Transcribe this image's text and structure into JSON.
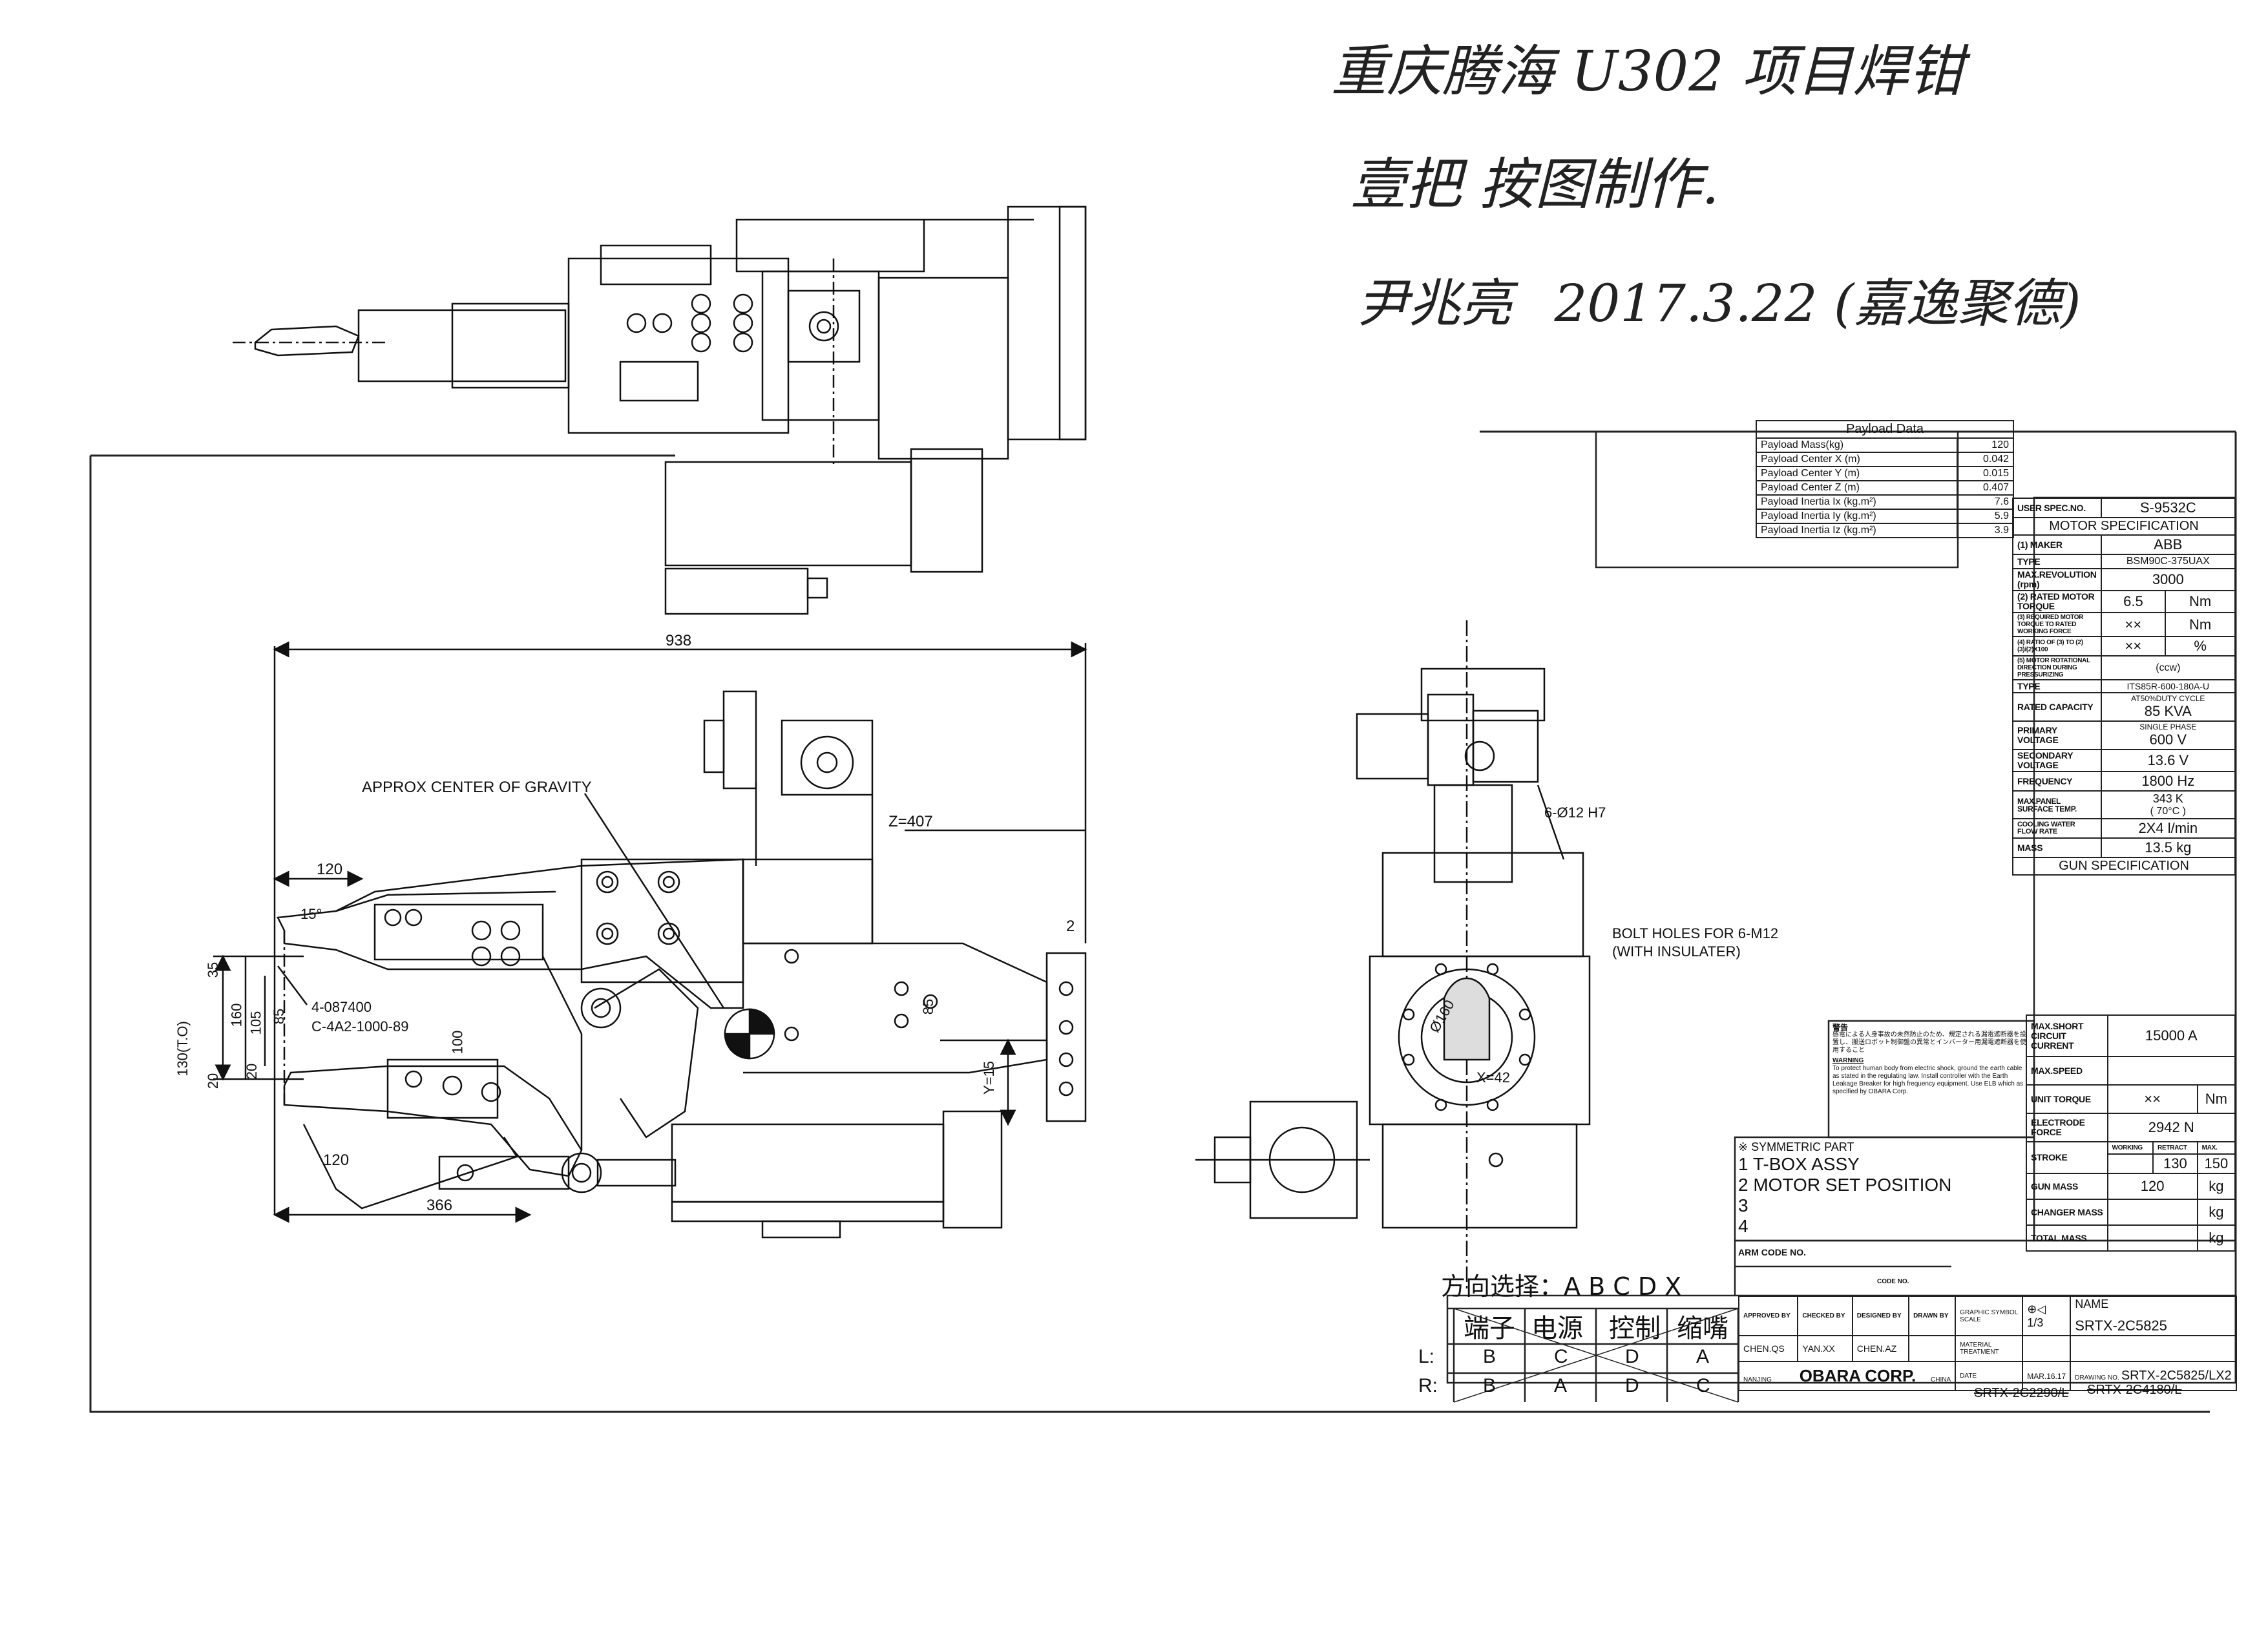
{
  "handwritten": {
    "line1": "重庆腾海 U302 项目焊钳",
    "line2": "壹把  按图制作.",
    "line3_name": "尹兆亮",
    "line3_date": "2017.3.22",
    "line3_note": "(嘉逸聚德)"
  },
  "dimensions": {
    "overall_width": "938",
    "d120_top": "120",
    "d120_bottom": "120",
    "d366": "366",
    "angle": "15°",
    "d35": "35",
    "d160": "160",
    "d105": "105",
    "d85_left": "85",
    "d130": "130(T.O)",
    "d20_a": "20",
    "d20_b": "20",
    "d100": "100",
    "d85_mid": "85",
    "y15": "Y=15",
    "z407": "Z=407",
    "d2": "2",
    "x42": "X=42",
    "d160_circle": "Ø160",
    "holes": "6-Ø12 H7"
  },
  "annotations": {
    "cog": "APPROX CENTER OF GRAVITY",
    "part1": "4-087400",
    "part2": "C-4A2-1000-89",
    "bolt1": "BOLT HOLES FOR 6-M12",
    "bolt2": "(WITH INSULATER)"
  },
  "payload": {
    "title": "Payload Data",
    "rows": [
      {
        "label": "Payload Mass(kg)",
        "value": "120"
      },
      {
        "label": "Payload Center X (m)",
        "value": "0.042"
      },
      {
        "label": "Payload Center Y (m)",
        "value": "0.015"
      },
      {
        "label": "Payload Center Z (m)",
        "value": "0.407"
      },
      {
        "label": "Payload Inertia Ix (kg.m²)",
        "value": "7.6"
      },
      {
        "label": "Payload Inertia Iy (kg.m²)",
        "value": "5.9"
      },
      {
        "label": "Payload Inertia Iz (kg.m²)",
        "value": "3.9"
      }
    ]
  },
  "spec": {
    "user_spec_label": "USER SPEC.NO.",
    "user_spec_value": "S-9532C",
    "motor_header": "MOTOR SPECIFICATION",
    "maker_label": "(1) MAKER",
    "maker_value": "ABB",
    "type_label": "TYPE",
    "type_value": "BSM90C-375UAX",
    "maxrev_label": "MAX.REVOLUTION (rpm)",
    "maxrev_value": "3000",
    "rated_torque_label": "(2) RATED MOTOR TORQUE",
    "rated_torque_value": "6.5",
    "rated_torque_unit": "Nm",
    "req_torque_label": "(3) REQUIRED MOTOR TORQUE TO RATED WORKING FORCE",
    "req_torque_value": "××",
    "req_torque_unit": "Nm",
    "ratio_label": "(4) RATIO OF (3) TO (2) (3)/(2)X100",
    "ratio_value": "××",
    "ratio_unit": "%",
    "rot_label": "(5) MOTOR ROTATIONAL DIRECTION DURING PRESSURIZING",
    "rot_value": "(ccw)",
    "trans_type_label": "TYPE",
    "trans_type_value": "ITS85R-600-180A-U",
    "rated_cap_label": "RATED CAPACITY",
    "duty_label": "AT50%DUTY CYCLE",
    "rated_cap_value": "85 KVA",
    "primary_label": "PRIMARY VOLTAGE",
    "phase_label": "SINGLE PHASE",
    "primary_value": "600 V",
    "secondary_label": "SECONDARY VOLTAGE",
    "secondary_value": "13.6 V",
    "freq_label": "FREQUENCY",
    "freq_value": "1800 Hz",
    "maxtemp_label": "MAX.PANEL SURFACE TEMP.",
    "maxtemp_value": "343 K",
    "maxtemp_value2": "( 70°C )",
    "cooling_label": "COOLING WATER FLOW RATE",
    "cooling_value": "2X4 l/min",
    "mass_label": "MASS",
    "mass_value": "13.5 kg",
    "gun_header": "GUN SPECIFICATION",
    "maxshort_label": "MAX.SHORT CIRCUIT CURRENT",
    "maxshort_value": "15000 A",
    "maxspeed_label": "MAX.SPEED",
    "unit_torque_label": "UNIT TORQUE",
    "unit_torque_value": "××",
    "unit_torque_unit": "Nm",
    "electrode_label": "ELECTRODE FORCE",
    "electrode_value": "2942 N",
    "stroke_label": "STROKE",
    "working_label": "WORKING",
    "retract_label": "RETRACT",
    "max_label": "MAX.",
    "working_value": "130",
    "max_value": "150",
    "gunmass_label": "GUN MASS",
    "gunmass_value": "120",
    "gunmass_unit": "kg",
    "changer_label": "CHANGER MASS",
    "changer_unit": "kg",
    "total_label": "TOTAL MASS",
    "total_unit": "kg"
  },
  "warning": {
    "title": "警告",
    "jp": "感電による人身事故の未然防止のため、規定される漏電遮断器を設置し、搬送ロボット制御盤の異常とインバーター用漏電遮断器を使用すること",
    "en_title": "WARNING",
    "en": "To protect human body from electric shock, ground the earth cable as stated in the regulating law. Install controller with the Earth Leakage Breaker for high frequency equipment. Use ELB which as specified by OBARA Corp."
  },
  "symmetric": {
    "header": "※ SYMMETRIC PART",
    "items": [
      "1 T-BOX ASSY",
      "2 MOTOR SET POSITION",
      "3",
      "4"
    ],
    "arm_code": "ARM CODE NO."
  },
  "direction": {
    "title": "方向选择：A B C D X",
    "headers": [
      "端子",
      "电源",
      "控制",
      "缩嘴"
    ],
    "rows": [
      {
        "label": "L:",
        "vals": [
          "B",
          "C",
          "D",
          "A"
        ]
      },
      {
        "label": "R:",
        "vals": [
          "B",
          "A",
          "D",
          "C"
        ]
      }
    ]
  },
  "titleblock": {
    "approved": "APPROVED BY",
    "checked": "CHECKED BY",
    "designed": "DESIGNED BY",
    "drawn": "DRAWN BY",
    "code_no": "CODE NO.",
    "graphic": "GRAPHIC SYMBOL",
    "scale_label": "SCALE",
    "scale_value": "1/3",
    "material": "MATERIAL",
    "treatment": "TREATMENT",
    "date_label": "DATE",
    "date_value": "MAR.16.17",
    "drawing_label": "DRAWING NO.",
    "drawing_value": "SRTX-2C5825/LX2",
    "name_label": "NAME",
    "name_value": "SRTX-2C5825",
    "approved_name": "CHEN.QS",
    "checked_name": "YAN.XX",
    "designed_name": "CHEN.AZ",
    "company": "OBARA CORP.",
    "nanjing": "NANJING",
    "china": "CHINA",
    "strike1": "SRTX-2C2290/L",
    "strike2": "SRTX-2C4180/L"
  }
}
